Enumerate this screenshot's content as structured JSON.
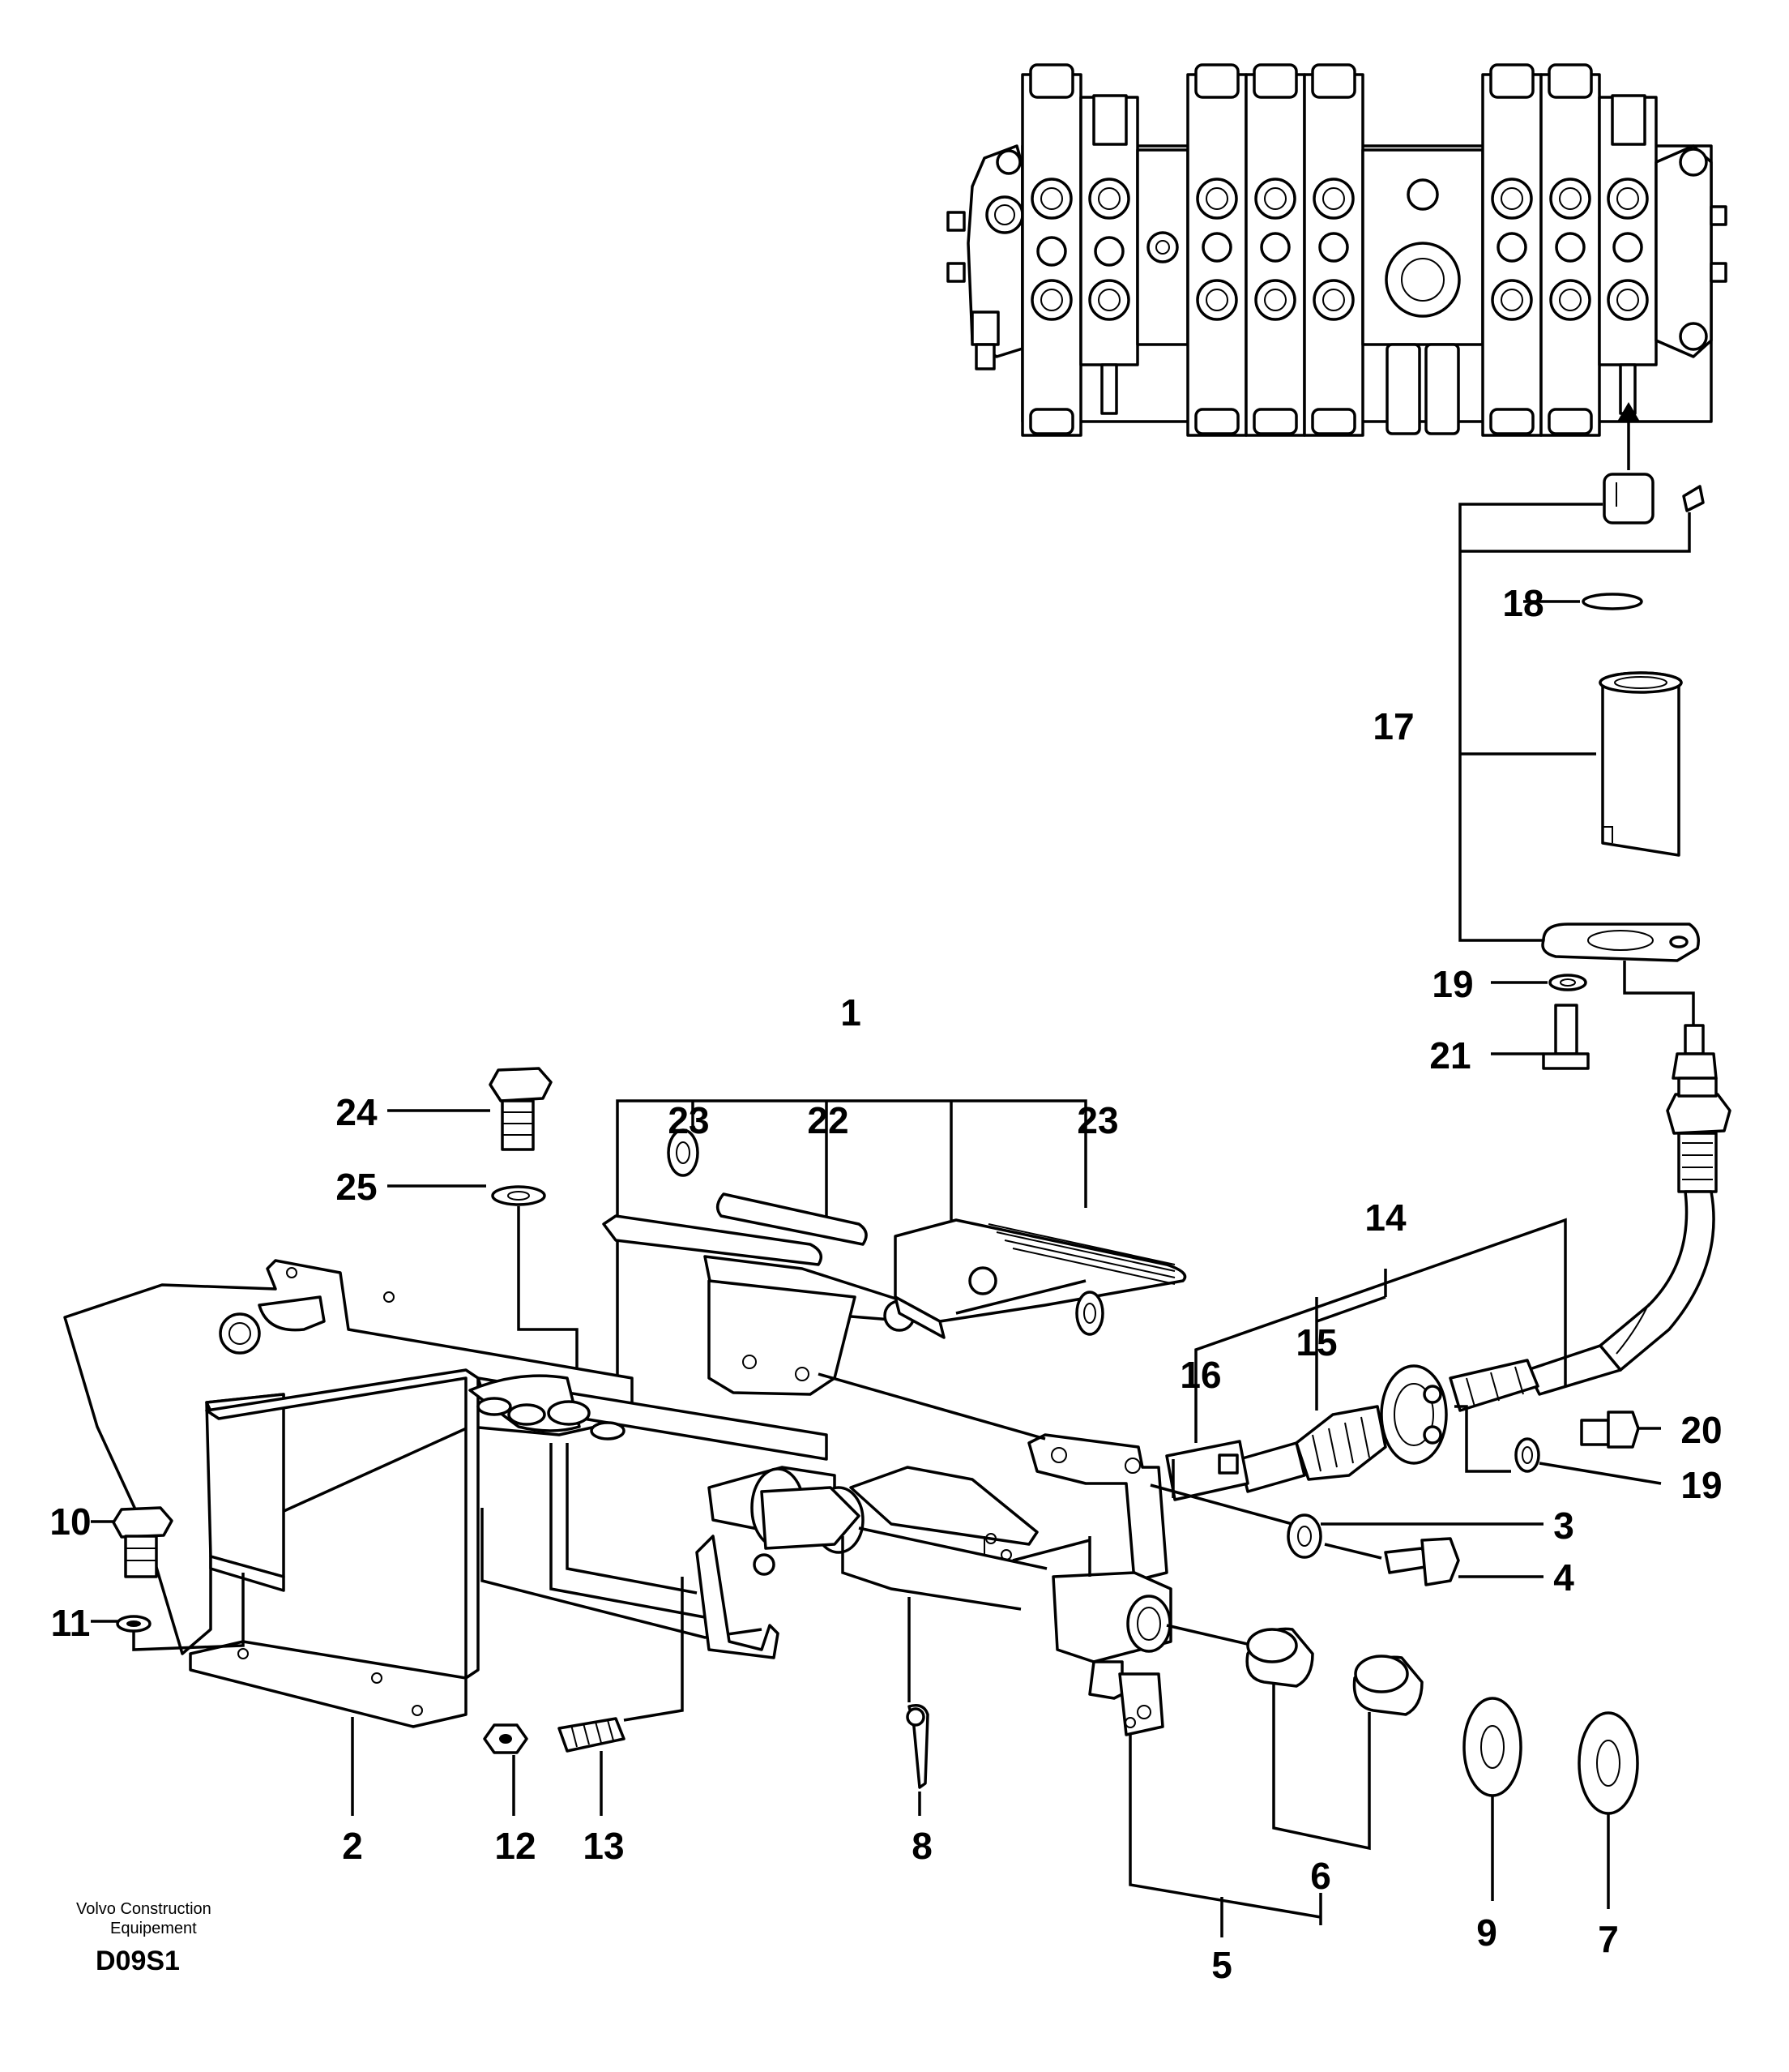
{
  "callouts": {
    "c1": "1",
    "c2": "2",
    "c3": "3",
    "c4": "4",
    "c5": "5",
    "c6": "6",
    "c7": "7",
    "c8": "8",
    "c9": "9",
    "c10": "10",
    "c11": "11",
    "c12": "12",
    "c13": "13",
    "c14": "14",
    "c15": "15",
    "c16": "16",
    "c17": "17",
    "c18": "18",
    "c19a": "19",
    "c19b": "19",
    "c20": "20",
    "c21": "21",
    "c22": "22",
    "c23a": "23",
    "c23b": "23",
    "c24": "24",
    "c25": "25"
  },
  "footer": {
    "brand_line1": "Volvo Construction",
    "brand_line2": "Equipement",
    "drawing_code": "D09S1"
  }
}
